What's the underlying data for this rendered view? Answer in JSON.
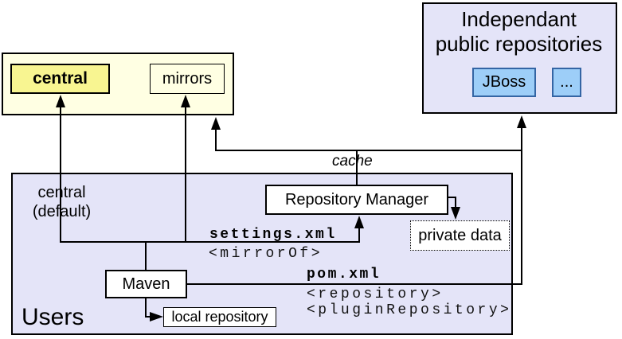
{
  "diagram": {
    "yellow_group": {
      "central_label": "central",
      "mirrors_label": "mirrors"
    },
    "independent_repos": {
      "title": [
        "Independant",
        "public repositories"
      ],
      "jboss_label": "JBoss",
      "ellipsis_label": "..."
    },
    "users_group": {
      "label": "Users",
      "central_default": [
        "central",
        "(default)"
      ],
      "repository_manager_label": "Repository Manager",
      "private_data_label": "private data",
      "maven_label": "Maven",
      "local_repository_label": "local repository"
    },
    "annotations": {
      "cache": "cache",
      "settings_xml": "settings.xml",
      "mirror_of": "<mirrorOf>",
      "pom_xml": "pom.xml",
      "repository_tag": "<repository>",
      "plugin_repository_tag": "<pluginRepository>"
    },
    "colors": {
      "pale_yellow": "#FFFFE3",
      "bright_yellow": "#F8F591",
      "lavender": "#E4E4F8",
      "light_blue": "#9DCEF8",
      "blue_border": "#3465A4",
      "line": "#000000"
    }
  }
}
